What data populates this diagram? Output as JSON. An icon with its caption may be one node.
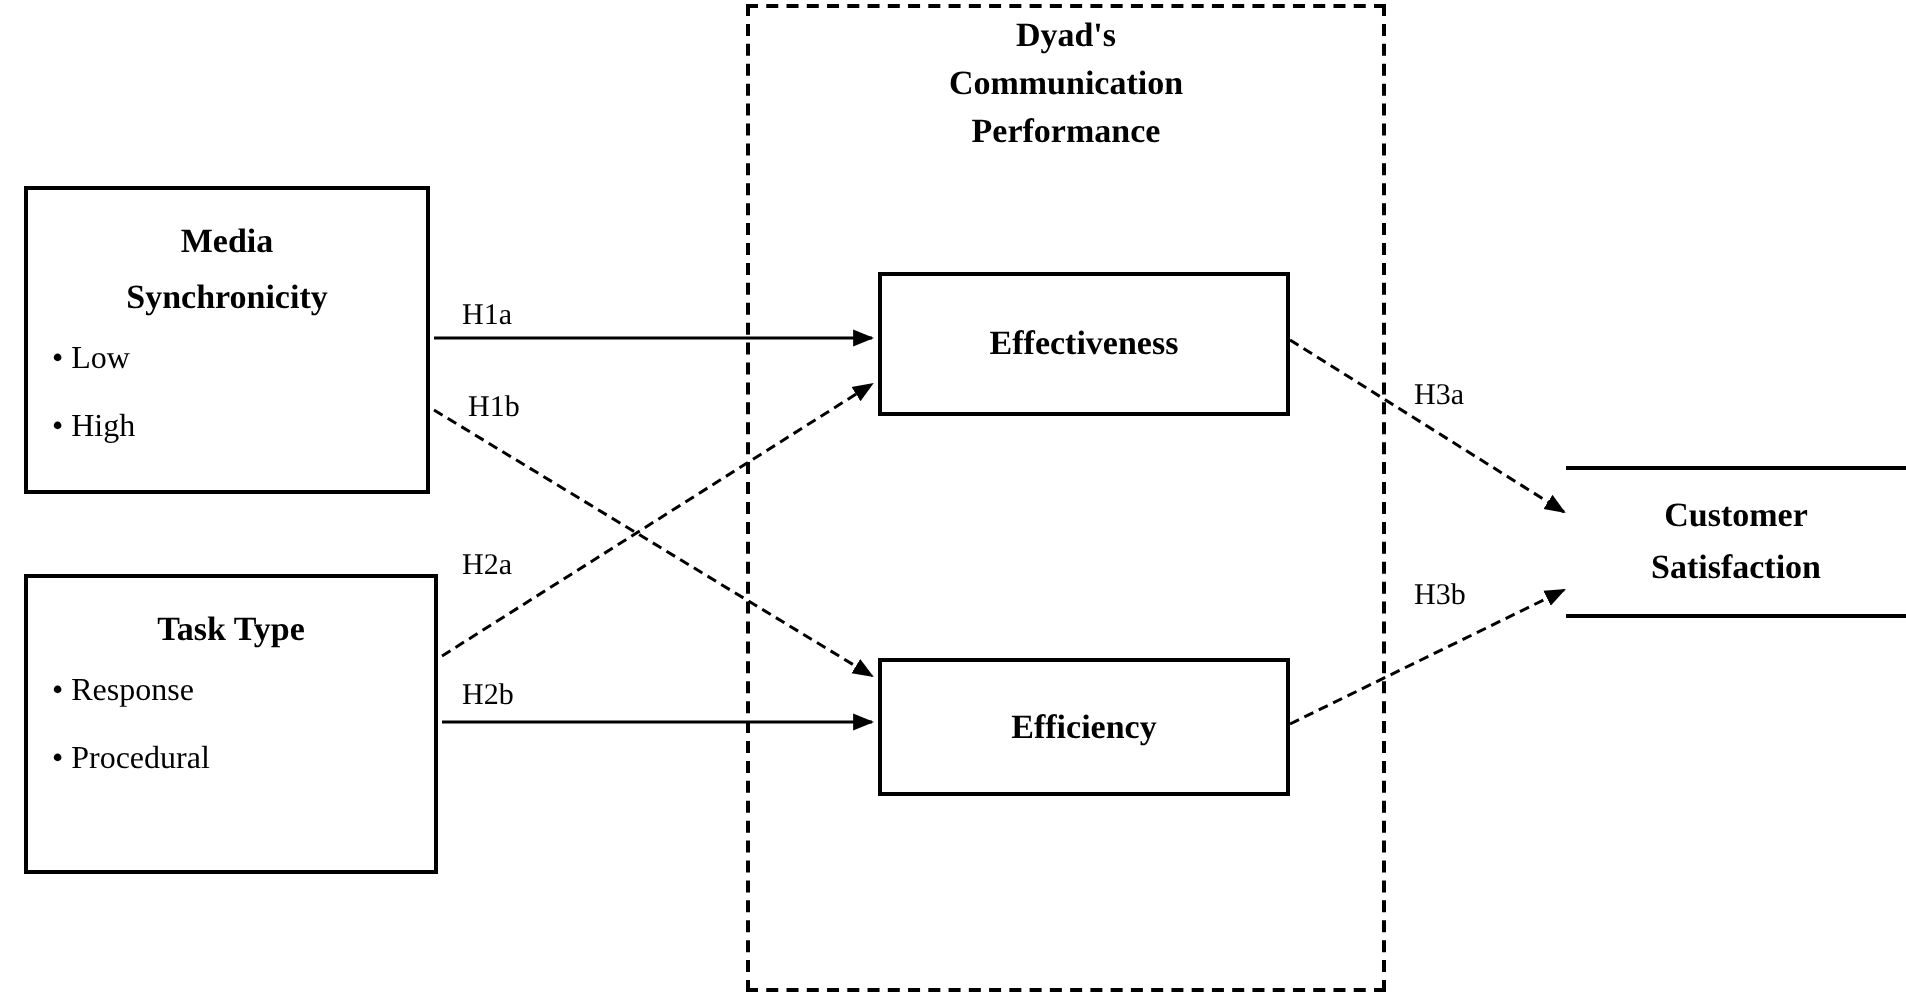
{
  "diagram": {
    "nodes": [
      {
        "text": [
          "Media Synchronicity",
          "• Low",
          "• High"
        ]
      },
      {
        "text": [
          "Task Type",
          "• Response",
          "• Procedural"
        ]
      },
      {
        "text": [
          "Dyad's Communication Performance"
        ]
      },
      {
        "text": [
          "Effectiveness"
        ],
        "in": 2
      },
      {
        "text": [
          "Efficiency"
        ],
        "in": 2
      },
      {
        "text": [
          "Customer Satisfaction"
        ]
      }
    ],
    "edges": [
      {
        "from": 0,
        "to": 3,
        "arrow": "to",
        "label": "H1a"
      },
      {
        "from": 0,
        "to": 4,
        "arrow": "to",
        "label": "H1b",
        "style": "dashed"
      },
      {
        "from": 1,
        "to": 3,
        "arrow": "to",
        "label": "H2a",
        "style": "dashed"
      },
      {
        "from": 1,
        "to": 4,
        "arrow": "to",
        "label": "H2b"
      },
      {
        "from": 3,
        "to": 5,
        "arrow": "to",
        "label": "H3a",
        "style": "dashed"
      },
      {
        "from": 4,
        "to": 5,
        "arrow": "to",
        "label": "H3b",
        "style": "dashed"
      }
    ]
  }
}
